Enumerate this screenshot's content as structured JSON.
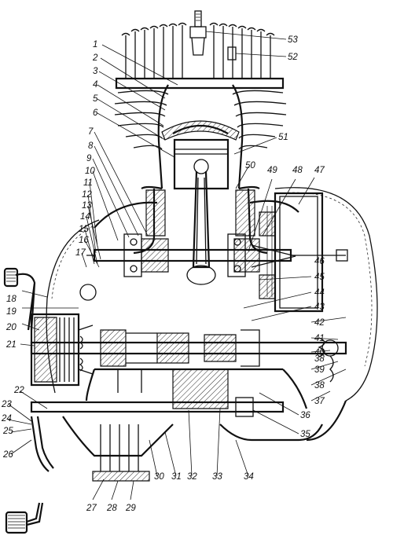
{
  "figure": {
    "labels": [
      "1",
      "2",
      "3",
      "4",
      "5",
      "6",
      "7",
      "8",
      "9",
      "10",
      "11",
      "12",
      "13",
      "14",
      "15",
      "16",
      "17",
      "18",
      "19",
      "20",
      "21",
      "22",
      "23",
      "24",
      "25",
      "26",
      "27",
      "28",
      "29",
      "30",
      "31",
      "32",
      "33",
      "34",
      "35",
      "36",
      "37",
      "38",
      "39",
      "40",
      "41",
      "42",
      "43",
      "44",
      "45",
      "46",
      "47",
      "48",
      "49",
      "50",
      "51",
      "52",
      "53",
      "38"
    ]
  }
}
